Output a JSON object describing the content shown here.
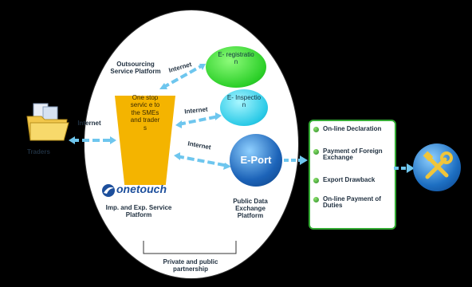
{
  "labels": {
    "traders": "Traders",
    "internet_left": "Internet",
    "outsourcing": "Outsourcing Service Platform",
    "internet_top": "Internet",
    "internet_mid": "Internet",
    "internet_low": "Internet",
    "funnel_text": "One stop servic e to the SMEs and trader s",
    "e_registration": "E- registratio n",
    "e_inspection": "E- Inspectio n",
    "eport": "E-Port",
    "onetouch": "onetouch",
    "imp_exp": "Imp. and Exp. Service Platform",
    "public_data": "Public Data Exchange Platform",
    "partnership": "Private and public partnership"
  },
  "services": [
    "On-line Declaration",
    "Payment of Foreign Exchange",
    "Export Drawback",
    "On-line Payment of Duties"
  ],
  "colors": {
    "funnel": "#f4b400",
    "box_border": "#33aa33",
    "arrow": "#6ec6ee",
    "eport": "#1c63b8"
  },
  "icons": [
    "folder-icon",
    "tools-icon",
    "onetouch-logo-icon"
  ]
}
